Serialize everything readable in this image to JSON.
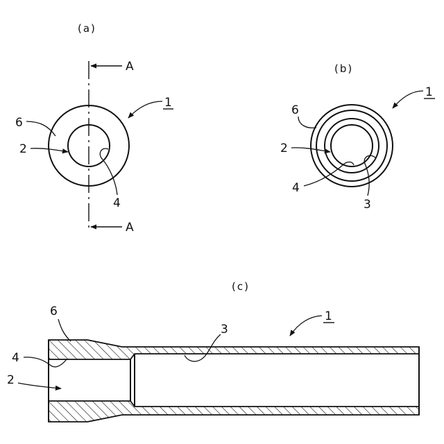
{
  "views": {
    "a": {
      "caption": "(a)",
      "section_marker": "A",
      "labels": {
        "assembly": "1",
        "bore": "2",
        "inner_surface": "4",
        "outer_layer": "6"
      }
    },
    "b": {
      "caption": "(b)",
      "labels": {
        "assembly": "1",
        "bore": "2",
        "inner_layer": "3",
        "inner_surface": "4",
        "outer_layer": "6"
      }
    },
    "c": {
      "caption": "(c)",
      "labels": {
        "assembly": "1",
        "bore": "2",
        "inner_layer": "3",
        "inner_surface": "4",
        "outer_layer": "6"
      }
    }
  },
  "colors": {
    "ink": "#111111",
    "paper": "#ffffff"
  }
}
